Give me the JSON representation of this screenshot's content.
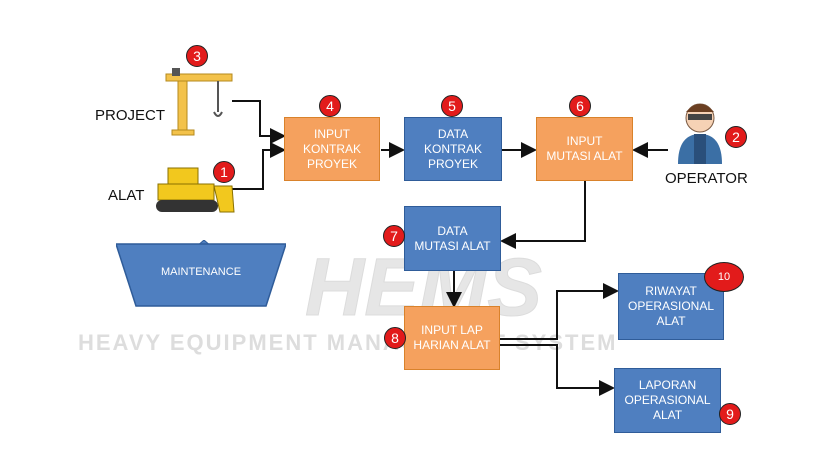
{
  "watermark": {
    "logo": "HEMS",
    "tagline": "HEAVY EQUIPMENT MANAGEMENT SYSTEM"
  },
  "labels": {
    "project": "PROJECT",
    "alat": "ALAT",
    "operator": "OPERATOR",
    "maintenance": "MAINTENANCE"
  },
  "boxes": {
    "input_kontrak": [
      "INPUT",
      "KONTRAK",
      "PROYEK"
    ],
    "data_kontrak": [
      "DATA",
      "KONTRAK",
      "PROYEK"
    ],
    "input_mutasi": [
      "INPUT",
      "MUTASI ALAT"
    ],
    "data_mutasi": [
      "DATA",
      "MUTASI ALAT"
    ],
    "input_lap": [
      "INPUT LAP",
      "HARIAN ALAT"
    ],
    "riwayat": [
      "RIWAYAT",
      "OPERASIONAL",
      "ALAT"
    ],
    "laporan": [
      "LAPORAN",
      "OPERASIONAL",
      "ALAT"
    ]
  },
  "badges": {
    "alat": "1",
    "operator": "2",
    "project": "3",
    "input_kontrak": "4",
    "data_kontrak": "5",
    "input_mutasi": "6",
    "data_mutasi": "7",
    "input_lap": "8",
    "laporan": "9",
    "riwayat": "10"
  },
  "colors": {
    "input_box": "#f5a15e",
    "data_box": "#4f7fc0",
    "badge": "#e21b1b"
  }
}
